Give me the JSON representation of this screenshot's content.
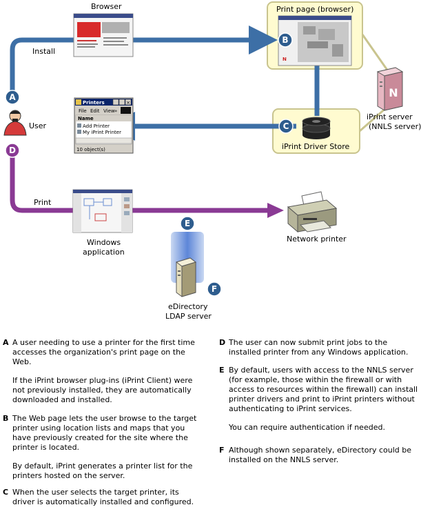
{
  "labels": {
    "browser": "Browser",
    "install": "Install",
    "print_page": "Print page (browser)",
    "user": "User",
    "iprint_server": "iPrint server",
    "iprint_server_sub": "(NNLS server)",
    "driver_store": "iPrint Driver Store",
    "print": "Print",
    "windows_app_1": "Windows",
    "windows_app_2": "application",
    "network_printer": "Network printer",
    "edirectory_1": "eDirectory",
    "edirectory_2": "LDAP server"
  },
  "markers": {
    "a": "A",
    "b": "B",
    "c": "C",
    "d": "D",
    "e": "E",
    "f": "F"
  },
  "printers_window": {
    "title": "Printers",
    "menu_file": "File",
    "menu_edit": "Edit",
    "menu_view": "View",
    "menu_more": "»",
    "column_name": "Name",
    "item_1": "Add Printer",
    "item_2": "My iPrint Printer",
    "status": "10 object(s)"
  },
  "colors": {
    "blue_path": "#3d6fa6",
    "purple_path": "#8a3a94",
    "marker_fill": "#2e5d8e",
    "panel_fill": "#fffbd0",
    "panel_border": "#c9c48e"
  },
  "notes": {
    "a1": "A user needing to use a printer for the first time accesses the organization's print page on the Web.",
    "a2": "If the iPrint browser plug-ins (iPrint Client) were not previously installed, they are automatically downloaded and installed.",
    "b1": "The Web page lets the user browse to the target printer using location lists and maps that you have previously created for the site where the printer is located.",
    "b2": "By default, iPrint generates a printer list for the printers hosted on the server.",
    "c1": "When the user selects the target printer, its driver is automatically installed and configured.",
    "d1": "The user can now submit print jobs to the installed printer from any Windows application.",
    "e1": "By default, users with access to the NNLS server (for example, those within the firewall or with access to resources within the firewall) can install printer drivers and print to iPrint printers without authenticating to iPrint services.",
    "e2": "You can require authentication if needed.",
    "f1": "Although shown separately, eDirectory could be installed on the NNLS server."
  }
}
